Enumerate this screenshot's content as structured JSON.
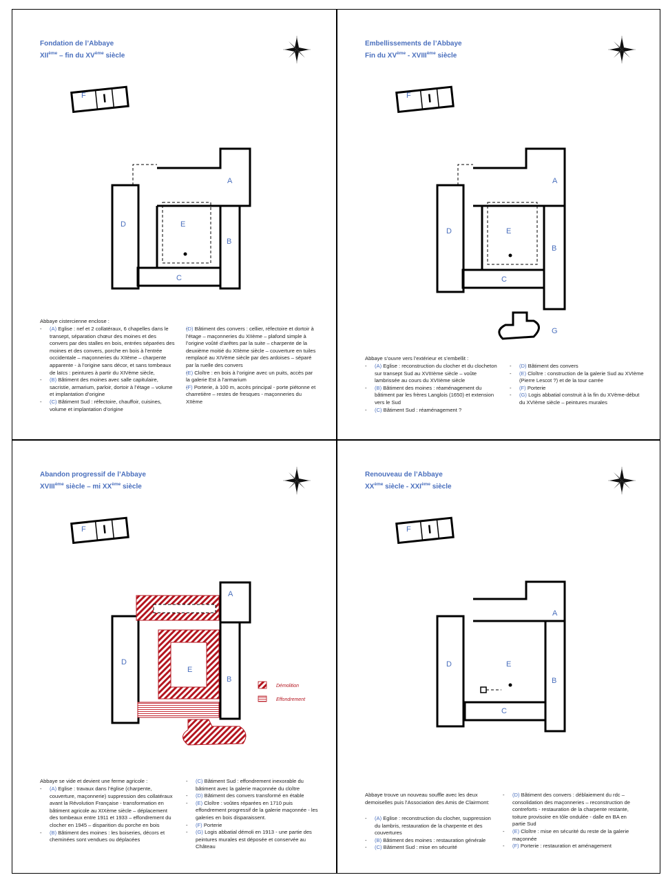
{
  "panels": [
    {
      "title1": "Fondation de l’Abbaye",
      "title2_a": "XII",
      "title2_sup1": "ème",
      "title2_b": " – fin du XV",
      "title2_sup2": "ème",
      "title2_c": " siècle",
      "labels": {
        "A": "A",
        "B": "B",
        "C": "C",
        "D": "D",
        "E": "E",
        "F": "F"
      },
      "intro": "Abbaye cistercienne enclose :",
      "left": [
        "(A) Eglise : nef et 2 collatéraux, 6 chapelles dans le transept, séparation chœur des moines et des convers par des stalles en bois, entrées séparées des moines et des convers, porche en bois à l’entrée occidentale – maçonneries du XIIème – charpente apparente - à l’origine sans décor, et sans tombeaux de laïcs : peintures à partir du XIVème siècle,",
        "(B) Bâtiment des moines avec salle capitulaire, sacristie, armarium, parloir, dortoir à l’étage – volume et implantation d’origine",
        "(C) Bâtiment Sud : réfectoire, chauffoir, cuisines, volume et implantation d’origine"
      ],
      "right": [
        "(D) Bâtiment des convers : cellier, réfectoire et dortoir à l’étage – maçonneries du XIIème – plafond simple à l’origine voûté d’arêtes par la suite – charpente de la deuxième moitié du XIIème siècle – couverture en tuiles remplacé au XIVème siècle par des ardoises – séparé par la ruelle des convers",
        "(E) Cloître : en bois à l’origine avec un puits, accès par la galerie Est à l’armarium",
        "(F) Porterie, à 100 m, accès principal - porte piétonne et charretière – restes de fresques - maçonneries du XIIème"
      ]
    },
    {
      "title1": "Embellissements de l’Abbaye",
      "title2_a": "Fin du XV",
      "title2_sup1": "ème",
      "title2_b": " - XVIII",
      "title2_sup2": "ème",
      "title2_c": " siècle",
      "labels": {
        "A": "A",
        "B": "B",
        "C": "C",
        "D": "D",
        "E": "E",
        "F": "F",
        "G": "G"
      },
      "intro": "Abbaye s’ouvre vers l’extérieur et s’embellit :",
      "left": [
        "(A) Eglise : reconstruction du clocher et du clocheton sur transept Sud au XVIIIème siècle – voûte lambrissée au cours du XVIIème siècle",
        "(B) Bâtiment des moines : réaménagement du bâtiment par les frères Langlois (1650) et extension vers le Sud",
        "(C) Bâtiment Sud : réaménagement ?"
      ],
      "right": [
        "(D) Bâtiment des convers",
        "(E) Cloître : construction de la galerie Sud au XVIème (Pierre Lescot ?) et de la tour carrée",
        "(F) Porterie",
        "(G) Logis abbatial construit à la fin du XVème-début du XVIème siècle – peintures murales"
      ]
    },
    {
      "title1": "Abandon progressif de l’Abbaye",
      "title2_a": "XVIII",
      "title2_sup1": "ème",
      "title2_b": " siècle – mi XX",
      "title2_sup2": "ème",
      "title2_c": " siècle",
      "labels": {
        "A": "A",
        "B": "B",
        "D": "D",
        "E": "E",
        "F": "F"
      },
      "legend_demolition": "Démolition",
      "legend_effondrement": "Effondrement",
      "intro": "Abbaye se vide et devient une ferme agricole :",
      "left": [
        "(A) Eglise : travaux dans l’église (charpente, couverture, maçonnerie) suppression des collatéraux avant la Révolution Française - transformation en bâtiment agricole au XIXème siècle – déplacement des tombeaux entre 1911 et 1933 – effondrement du clocher en 1945 – disparition du porche en bois",
        "(B) Bâtiment des moines : les boiseries, décors et cheminées sont vendues ou déplacées"
      ],
      "right": [
        "(C) Bâtiment Sud : effondrement inexorable du bâtiment avec la galerie maçonnée du cloître",
        "(D) Bâtiment des convers transformé en étable",
        "(E) Cloître : voûtes réparées en 1710 puis effondrement progressif de la galerie maçonnée - les galeries en bois disparaissent.",
        "(F) Porterie",
        "(G) Logis abbatial démoli en 1913 - une partie des peintures murales est déposée et conservée au Château"
      ]
    },
    {
      "title1": "Renouveau de l’Abbaye",
      "title2_a": "XX",
      "title2_sup1": "ème",
      "title2_b": " siècle - XXI",
      "title2_sup2": "ème",
      "title2_c": " siècle",
      "labels": {
        "A": "A",
        "B": "B",
        "C": "C",
        "D": "D",
        "E": "E",
        "F": "F"
      },
      "intro": "Abbaye trouve un nouveau souffle avec les deux demoiselles puis l’Association des Amis de Clairmont:",
      "left": [
        "(A) Eglise : reconstruction du clocher, suppression du lambris, restauration de la charpente et des couvertures",
        "(B) Bâtiment des moines : restauration générale",
        "(C) Bâtiment Sud : mise en sécurité"
      ],
      "right": [
        "(D) Bâtiment des convers : déblaiement du rdc – consolidation des maçonneries – reconstruction de contreforts - restauration de la charpente restante, toiture provisoire en tôle ondulée - dalle en BA en partie Sud",
        "(E) Cloître : mise en sécurité du reste de la galerie maçonnée",
        "(F) Porterie : restauration et aménagement"
      ]
    }
  ]
}
